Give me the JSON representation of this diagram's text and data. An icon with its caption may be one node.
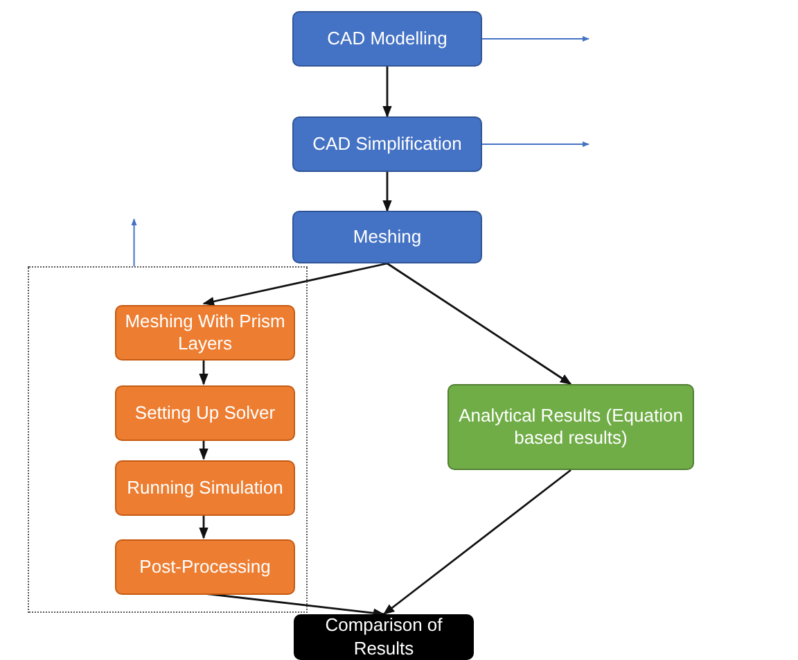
{
  "diagram": {
    "nodes": [
      {
        "text": [
          "CAD Modelling"
        ]
      },
      {
        "text": [
          "CAD Simplification"
        ]
      },
      {
        "text": [
          "Meshing"
        ]
      },
      {
        "text": [],
        "shape": "box"
      },
      {
        "text": [
          "Meshing With Prism Layers"
        ],
        "in": 3
      },
      {
        "text": [
          "Setting Up Solver"
        ],
        "in": 3
      },
      {
        "text": [
          "Running Simulation"
        ],
        "in": 3
      },
      {
        "text": [
          "Post-Processing"
        ],
        "in": 3
      },
      {
        "text": [
          "Analytical Results (Equation based results)"
        ]
      },
      {
        "text": [
          "Comparison of Results"
        ]
      }
    ],
    "edges": [
      {
        "from": 0,
        "to": 1,
        "arrow": "to"
      },
      {
        "from": 1,
        "to": 2,
        "arrow": "to"
      },
      {
        "from": 2,
        "to": 4,
        "arrow": "to"
      },
      {
        "from": 2,
        "to": 8,
        "arrow": "to"
      },
      {
        "from": 4,
        "to": 5,
        "arrow": "to"
      },
      {
        "from": 5,
        "to": 6,
        "arrow": "to"
      },
      {
        "from": 6,
        "to": 7,
        "arrow": "to"
      },
      {
        "from": 7,
        "to": 9,
        "arrow": "to"
      },
      {
        "from": 8,
        "to": 9,
        "arrow": "to"
      },
      {
        "from": 0,
        "to": null,
        "arrow": "to",
        "color": "#4472c4"
      },
      {
        "from": 1,
        "to": null,
        "arrow": "to",
        "color": "#4472c4"
      },
      {
        "from": 3,
        "to": null,
        "arrow": "to",
        "color": "#4472c4"
      }
    ]
  }
}
